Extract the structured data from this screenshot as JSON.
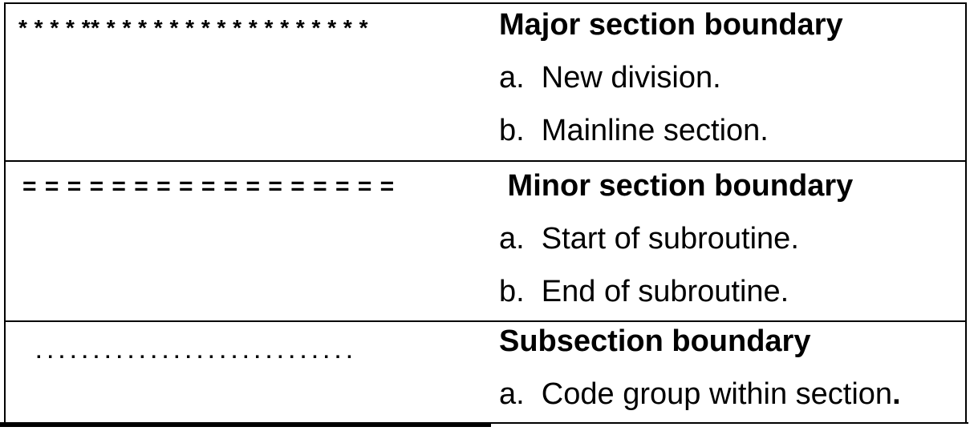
{
  "page": {
    "background": "#ffffff",
    "border_color": "#000000",
    "text_color": "#000000"
  },
  "rows": [
    {
      "symbol": "* * * * ** * * * * * * * * * * * * * * * * *",
      "symbol_kind": "asterisk-line",
      "heading": "Major section boundary",
      "items": [
        "a.  New division.",
        "b.  Mainline section."
      ]
    },
    {
      "symbol": "= = = = = = = = = = = = = = = = =",
      "symbol_kind": "equals-line",
      "heading": " Minor section boundary",
      "items": [
        "a.  Start of subroutine.",
        "b.  End of subroutine."
      ]
    },
    {
      "symbol": ". . . . . . . . . . . . . . . . . . . . . . . . . . . .",
      "symbol_kind": "dot-line",
      "heading": "Subsection boundary",
      "items": [
        "a.  Code group within section"
      ],
      "item_period": "."
    }
  ]
}
